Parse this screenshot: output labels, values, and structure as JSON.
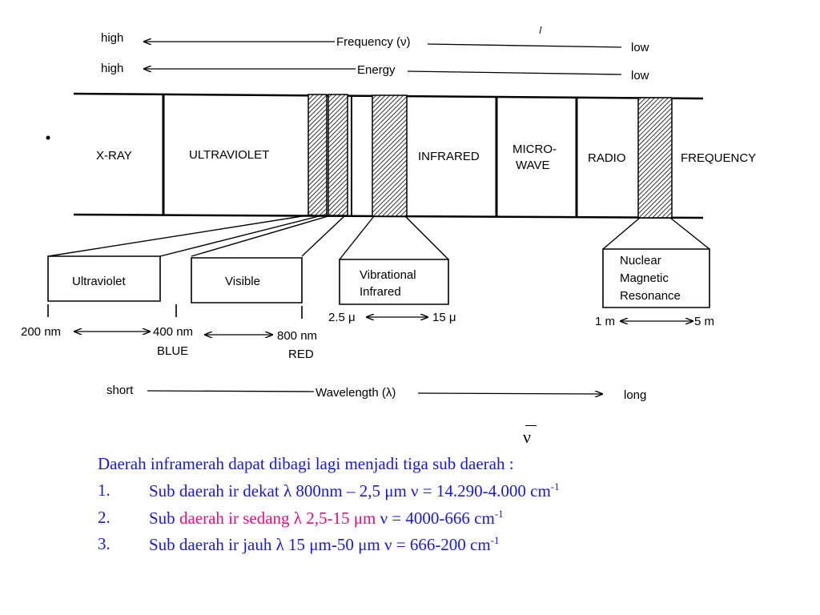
{
  "scale": {
    "frequency": {
      "high": "high",
      "label": "Frequency (ν)",
      "low": "low"
    },
    "energy": {
      "high": "high",
      "label": "Energy",
      "low": "low"
    }
  },
  "bands": {
    "xray": "X-RAY",
    "ultraviolet": "ULTRAVIOLET",
    "infrared": "INFRARED",
    "microwave_1": "MICRO-",
    "microwave_2": "WAVE",
    "radio": "RADIO",
    "frequency": "FREQUENCY"
  },
  "boxes": {
    "ultraviolet": "Ultraviolet",
    "visible": "Visible",
    "vibrational_1": "Vibrational",
    "vibrational_2": "Infrared",
    "nmr_1": "Nuclear",
    "nmr_2": "Magnetic",
    "nmr_3": "Resonance"
  },
  "ranges": {
    "uv_start": "200 nm",
    "uv_end": "400 nm",
    "uv_end_color": "BLUE",
    "vis_end": "800 nm",
    "vis_end_color": "RED",
    "ir_start": "2.5 μ",
    "ir_end": "15 μ",
    "nmr_start": "1 m",
    "nmr_end": "5 m"
  },
  "wavelength": {
    "short": "short",
    "label": "Wavelength (λ)",
    "long": "long"
  },
  "nu_bar_symbol": "ν",
  "caption": {
    "intro": "Daerah inframerah dapat dibagi lagi menjadi tiga sub daerah :",
    "items": [
      {
        "num": "1.",
        "text": "Sub daerah ir dekat λ 800nm – 2,5 μm  ν = 14.290-4.000 cm",
        "sup": "-1"
      },
      {
        "num": "2.",
        "text_a": "Sub ",
        "text_hl": "daerah ir sedang λ 2,5-15 μm",
        "text_b": " ν = 4000-666 cm",
        "sup": "-1"
      },
      {
        "num": "3.",
        "text": "Sub daerah ir jauh λ 15 μm-50 μm ν = 666-200 cm",
        "sup": "-1"
      }
    ]
  },
  "colors": {
    "caption": "#1a1ad0",
    "highlight": "#e0107a"
  }
}
